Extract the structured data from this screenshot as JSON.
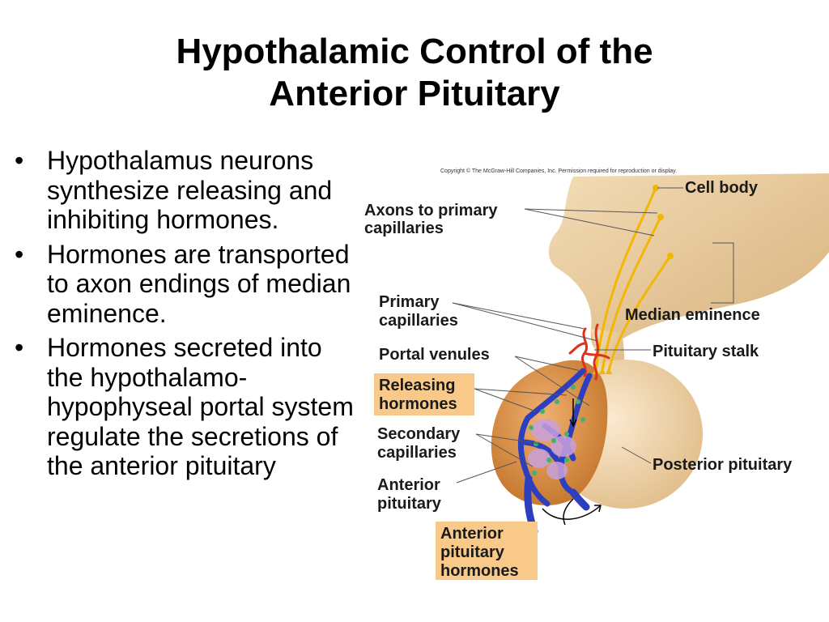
{
  "slide": {
    "title_line1": "Hypothalamic Control of the",
    "title_line2": "Anterior Pituitary",
    "bullet_glyph": "•",
    "bullets": [
      "Hypothalamus neurons synthesize releasing and inhibiting hormones.",
      "Hormones are transported to axon endings of median eminence.",
      "Hormones secreted into the hypothalamo-hypophyseal portal system regulate the secretions of the anterior pituitary"
    ]
  },
  "diagram": {
    "copyright": "Copyright © The McGraw-Hill Companies, Inc. Permission required for reproduction or display.",
    "labels": {
      "axons_line1": "Axons to primary",
      "axons_line2": "capillaries",
      "cell_body": "Cell body",
      "primary_line1": "Primary",
      "primary_line2": "capillaries",
      "median_eminence": "Median eminence",
      "portal_venules": "Portal venules",
      "pituitary_stalk": "Pituitary stalk",
      "releasing_line1": "Releasing",
      "releasing_line2": "hormones",
      "secondary_line1": "Secondary",
      "secondary_line2": "capillaries",
      "posterior_pituitary": "Posterior pituitary",
      "anterior_line1": "Anterior",
      "anterior_line2": "pituitary",
      "ant_hormones_line1": "Anterior",
      "ant_hormones_line2": "pituitary",
      "ant_hormones_line3": "hormones"
    },
    "colors": {
      "hypothalamus": "#e8c99a",
      "anterior_lobe": "#d9954a",
      "posterior_lobe": "#f0d8b0",
      "axon": "#f2b705",
      "artery": "#e0301e",
      "vein": "#2b3fbf",
      "highlight_box": "#f9c98a",
      "hormone_dot": "#3cb371"
    }
  }
}
